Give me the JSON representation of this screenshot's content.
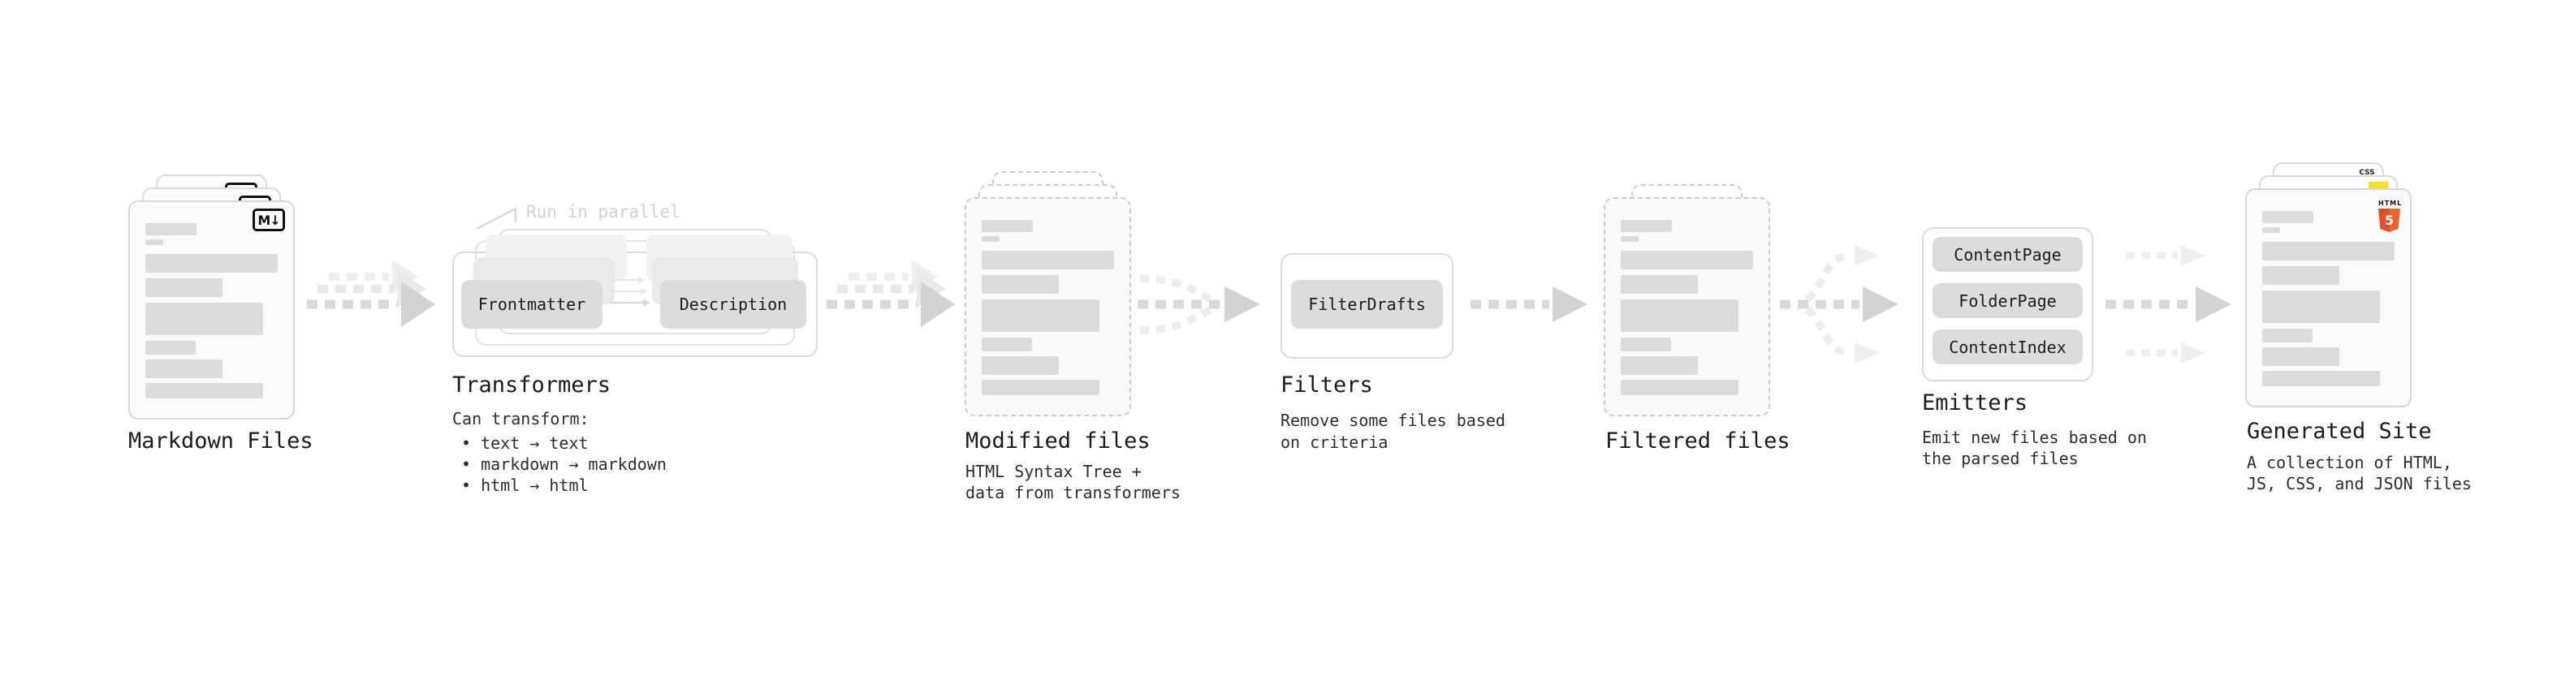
{
  "pipeline": {
    "markdown_files": {
      "label": "Markdown Files"
    },
    "transformers": {
      "label": "Transformers",
      "annotation": "Run in parallel",
      "transformer_pills": [
        "Frontmatter",
        "Description"
      ],
      "desc_title": "Can transform:",
      "bullets": [
        "• text → text",
        "• markdown → markdown",
        "• html → html"
      ]
    },
    "modified_files": {
      "label": "Modified files",
      "lines": [
        "HTML Syntax Tree +",
        "data from transformers"
      ]
    },
    "filters": {
      "label": "Filters",
      "filter_pills": [
        "FilterDrafts"
      ],
      "lines": [
        "Remove some files based",
        "on criteria"
      ]
    },
    "filtered_files": {
      "label": "Filtered files"
    },
    "emitters": {
      "label": "Emitters",
      "emitter_pills": [
        "ContentPage",
        "FolderPage",
        "ContentIndex"
      ],
      "lines": [
        "Emit new files based on",
        "the parsed files"
      ]
    },
    "generated_site": {
      "label": "Generated Site",
      "lines": [
        "A collection of HTML,",
        "JS, CSS, and JSON files"
      ]
    }
  },
  "icons": {
    "markdown": "M↓",
    "html5_caption": "HTML",
    "html5_glyph": "5",
    "css": "CSS"
  },
  "colors": {
    "arrow_dark": "#dadada",
    "arrow_light": "#efefef",
    "accent_css_blue": "#1f62e9",
    "accent_js_yellow": "#f7df1e",
    "accent_html_orange": "#e44d26",
    "accent_html_orange_light": "#f16529"
  },
  "file_card_bars": [
    {
      "w": 63,
      "h": 15,
      "mt": 0
    },
    {
      "w": 22,
      "h": 7,
      "mt": 5
    },
    {
      "w": 163,
      "h": 23,
      "mt": 11
    },
    {
      "w": 95,
      "h": 23,
      "mt": 7
    },
    {
      "w": 145,
      "h": 40,
      "mt": 7
    },
    {
      "w": 62,
      "h": 17,
      "mt": 7
    },
    {
      "w": 95,
      "h": 23,
      "mt": 6
    },
    {
      "w": 145,
      "h": 19,
      "mt": 6
    }
  ]
}
